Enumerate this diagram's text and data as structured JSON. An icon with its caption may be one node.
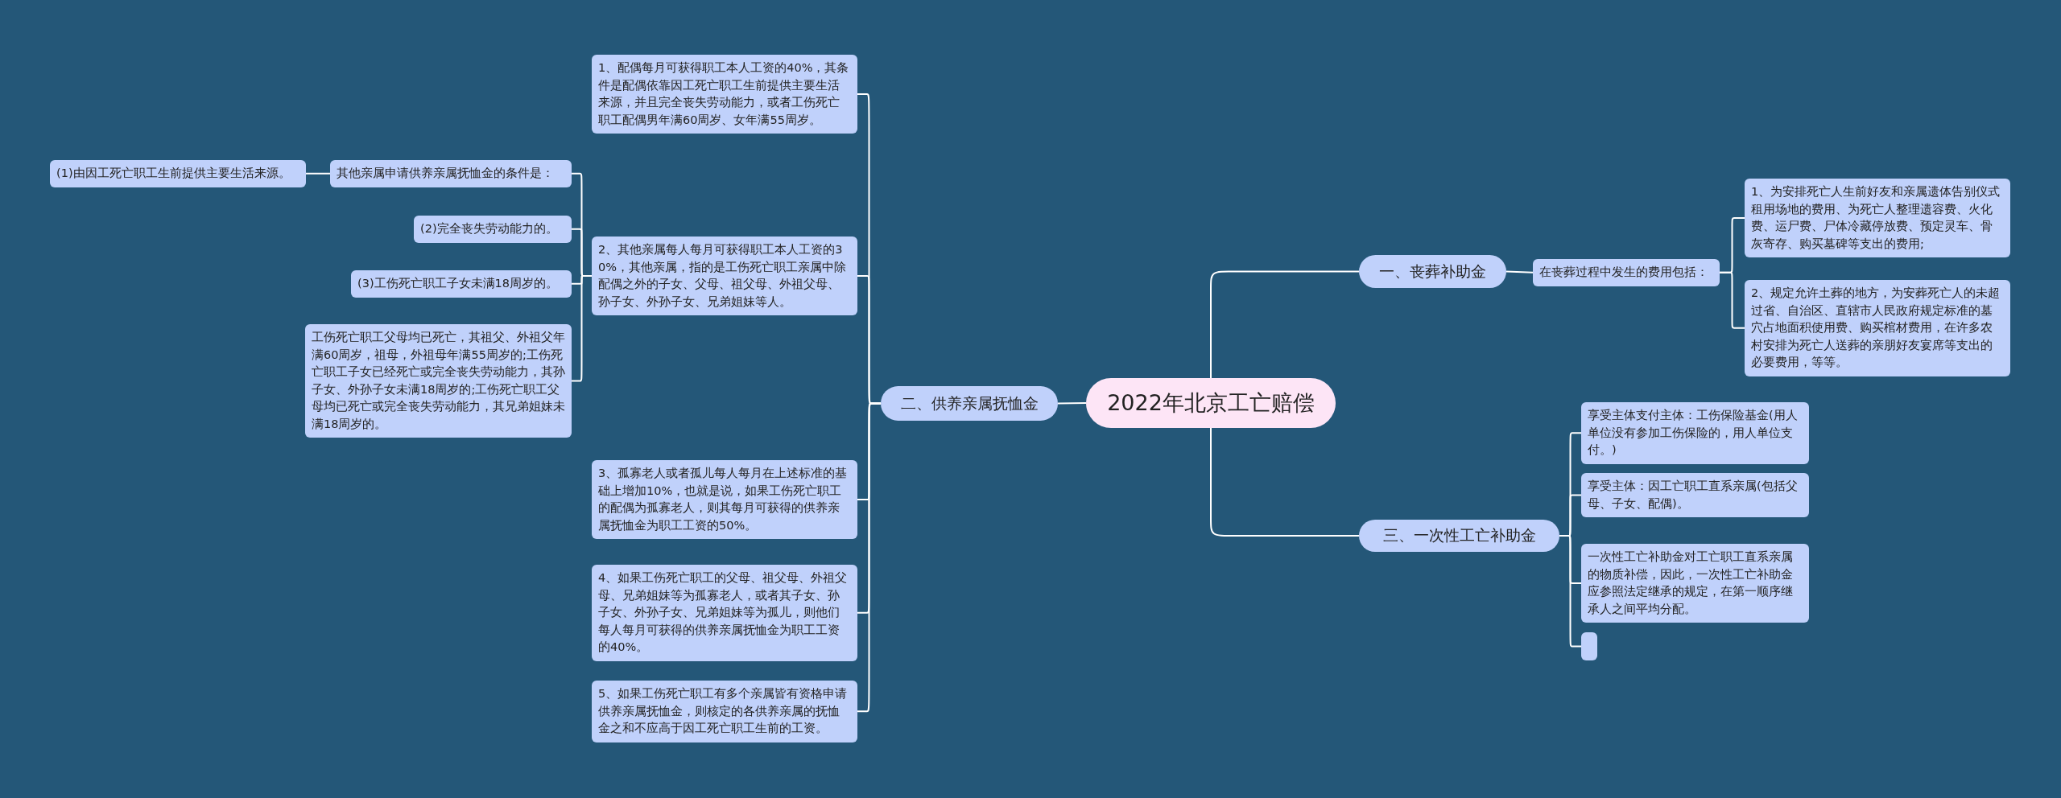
{
  "diagram": {
    "nodes": [
      {
        "text": [
          "2022年北京工亡赔偿"
        ]
      },
      {
        "text": [
          "一、丧葬补助金"
        ]
      },
      {
        "text": [
          "在丧葬过程中发生的费用包括："
        ]
      },
      {
        "text": [
          "1、为安排死亡人生前好友和亲属遗体告别仪式租用场地的费用、为死亡人整理遗容费、火化费、运尸费、尸体冷藏停放费、预定灵车、骨灰寄存、购买墓碑等支出的费用;"
        ]
      },
      {
        "text": [
          "2、规定允许土葬的地方，为安葬死亡人的未超过省、自治区、直辖市人民政府规定标准的墓穴占地面积使用费、购买棺材费用，在许多农村安排为死亡人送葬的亲朋好友宴席等支出的必要费用，等等。"
        ]
      },
      {
        "text": [
          "二、供养亲属抚恤金"
        ]
      },
      {
        "text": [
          "1、配偶每月可获得职工本人工资的40%，其条件是配偶依靠因工死亡职工生前提供主要生活来源，并且完全丧失劳动能力，或者工伤死亡职工配偶男年满60周岁、女年满55周岁。"
        ]
      },
      {
        "text": [
          "2、其他亲属每人每月可获得职工本人工资的30%，其他亲属，指的是工伤死亡职工亲属中除配偶之外的子女、父母、祖父母、外祖父母、孙子女、外孙子女、兄弟姐妹等人。"
        ]
      },
      {
        "text": [
          "其他亲属申请供养亲属抚恤金的条件是："
        ]
      },
      {
        "text": [
          "(1)由因工死亡职工生前提供主要生活来源。"
        ]
      },
      {
        "text": [
          "(2)完全丧失劳动能力的。"
        ]
      },
      {
        "text": [
          "(3)工伤死亡职工子女未满18周岁的。"
        ]
      },
      {
        "text": [
          "工伤死亡职工父母均已死亡，其祖父、外祖父年满60周岁，祖母，外祖母年满55周岁的;工伤死亡职工子女已经死亡或完全丧失劳动能力，其孙子女、外孙子女未满18周岁的;工伤死亡职工父母均已死亡或完全丧失劳动能力，其兄弟姐妹未满18周岁的。"
        ]
      },
      {
        "text": [
          "3、孤寡老人或者孤儿每人每月在上述标准的基础上增加10%，也就是说，如果工伤死亡职工的配偶为孤寡老人，则其每月可获得的供养亲属抚恤金为职工工资的50%。"
        ]
      },
      {
        "text": [
          "4、如果工伤死亡职工的父母、祖父母、外祖父母、兄弟姐妹等为孤寡老人，或者其子女、孙子女、外孙子女、兄弟姐妹等为孤儿，则他们每人每月可获得的供养亲属抚恤金为职工工资的40%。"
        ]
      },
      {
        "text": [
          "5、如果工伤死亡职工有多个亲属皆有资格申请供养亲属抚恤金，则核定的各供养亲属的抚恤金之和不应高于因工死亡职工生前的工资。"
        ]
      },
      {
        "text": [
          "三、一次性工亡补助金"
        ]
      },
      {
        "text": [
          "享受主体支付主体：工伤保险基金(用人单位没有参加工伤保险的，用人单位支付。)"
        ]
      },
      {
        "text": [
          "享受主体：因工亡职工直系亲属(包括父母、子女、配偶)。"
        ]
      },
      {
        "text": [
          "一次性工亡补助金对工亡职工直系亲属的物质补偿，因此，一次性工亡补助金应参照法定继承的规定，在第一顺序继承人之间平均分配。"
        ]
      },
      {
        "text": [],
        "shape": "box"
      }
    ],
    "edges": [
      {
        "from": 0,
        "to": 1,
        "arrow": "none"
      },
      {
        "from": 1,
        "to": 2,
        "arrow": "none"
      },
      {
        "from": 2,
        "to": 3,
        "arrow": "none"
      },
      {
        "from": 2,
        "to": 4,
        "arrow": "none"
      },
      {
        "from": 0,
        "to": 5,
        "arrow": "none"
      },
      {
        "from": 5,
        "to": 6,
        "arrow": "none"
      },
      {
        "from": 5,
        "to": 7,
        "arrow": "none"
      },
      {
        "from": 7,
        "to": 8,
        "arrow": "none"
      },
      {
        "from": 8,
        "to": 9,
        "arrow": "none"
      },
      {
        "from": 7,
        "to": 10,
        "arrow": "none"
      },
      {
        "from": 7,
        "to": 11,
        "arrow": "none"
      },
      {
        "from": 7,
        "to": 12,
        "arrow": "none"
      },
      {
        "from": 5,
        "to": 13,
        "arrow": "none"
      },
      {
        "from": 5,
        "to": 14,
        "arrow": "none"
      },
      {
        "from": 5,
        "to": 15,
        "arrow": "none"
      },
      {
        "from": 0,
        "to": 16,
        "arrow": "none"
      },
      {
        "from": 16,
        "to": 17,
        "arrow": "none"
      },
      {
        "from": 16,
        "to": 18,
        "arrow": "none"
      },
      {
        "from": 16,
        "to": 19,
        "arrow": "none"
      },
      {
        "from": 16,
        "to": 20,
        "arrow": "none"
      }
    ]
  }
}
